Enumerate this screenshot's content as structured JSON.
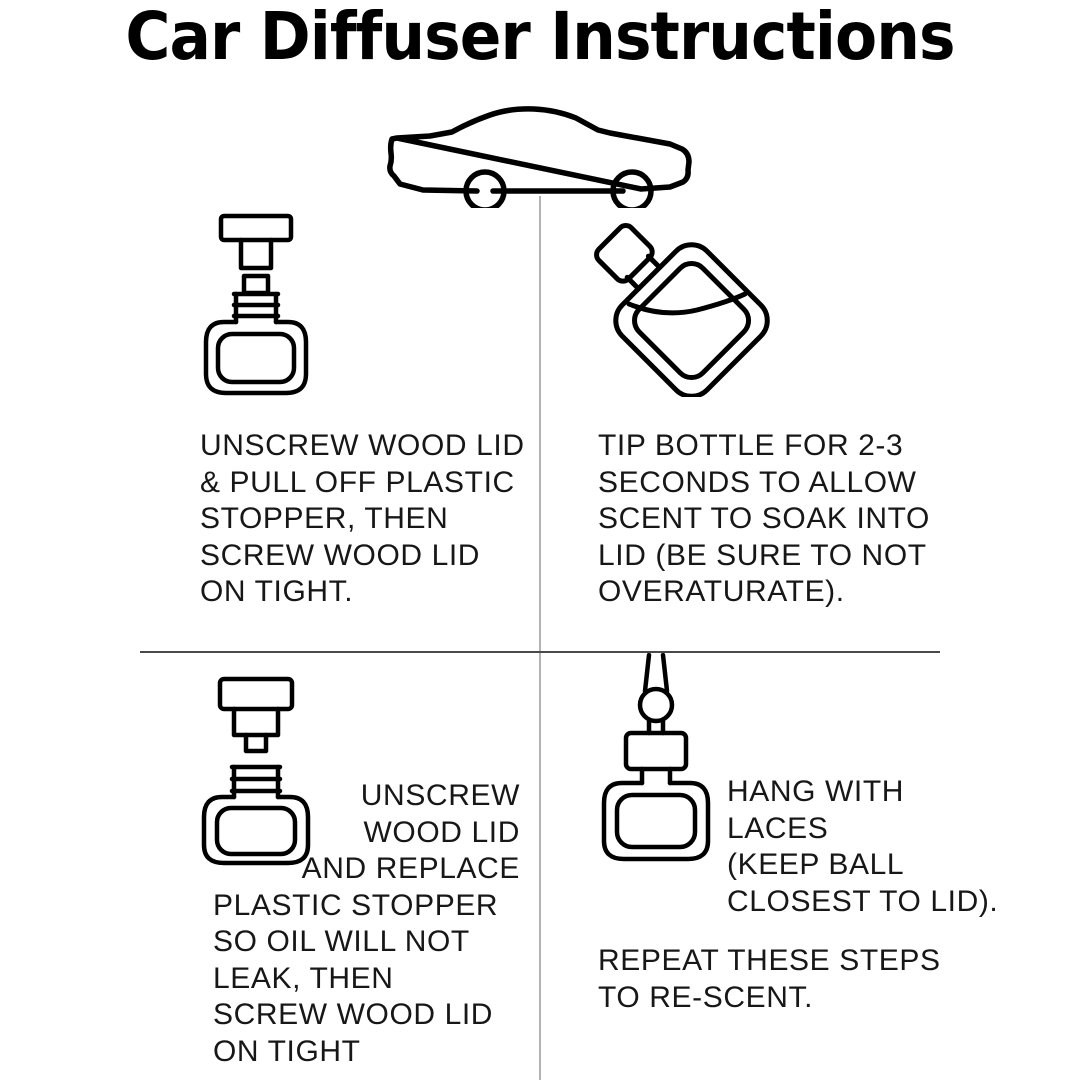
{
  "title": "Car Diffuser Instructions",
  "colors": {
    "ink": "#111111",
    "stroke": "#000000",
    "divider_vertical": "#b3b3b3",
    "divider_horizontal": "#4a4a4a",
    "background": "#ffffff"
  },
  "header_art": {
    "icon": "car-side-silhouette-icon"
  },
  "steps": [
    {
      "id": "step-1",
      "icon": "diffuser-bottle-lid-removed-icon",
      "text": "UNSCREW WOOD LID\n& PULL OFF PLASTIC\nSTOPPER, THEN\nSCREW WOOD LID\nON TIGHT."
    },
    {
      "id": "step-2",
      "icon": "diffuser-bottle-tipped-icon",
      "text": "TIP BOTTLE FOR 2-3\nSECONDS TO ALLOW\nSCENT TO SOAK INTO\nLID (BE SURE TO NOT\nOVERATURATE)."
    },
    {
      "id": "step-3",
      "icon": "diffuser-bottle-stopper-replace-icon",
      "text_wrap": "UNSCREW\nWOOD LID\nAND REPLACE",
      "text_flow": "PLASTIC STOPPER\nSO OIL WILL NOT\nLEAK, THEN\nSCREW WOOD LID\nON TIGHT"
    },
    {
      "id": "step-4",
      "icon": "diffuser-bottle-hanging-laces-icon",
      "text": "HANG WITH\nLACES\n(KEEP BALL\nCLOSEST TO LID).",
      "text_secondary": "REPEAT THESE STEPS\nTO RE-SCENT."
    }
  ]
}
